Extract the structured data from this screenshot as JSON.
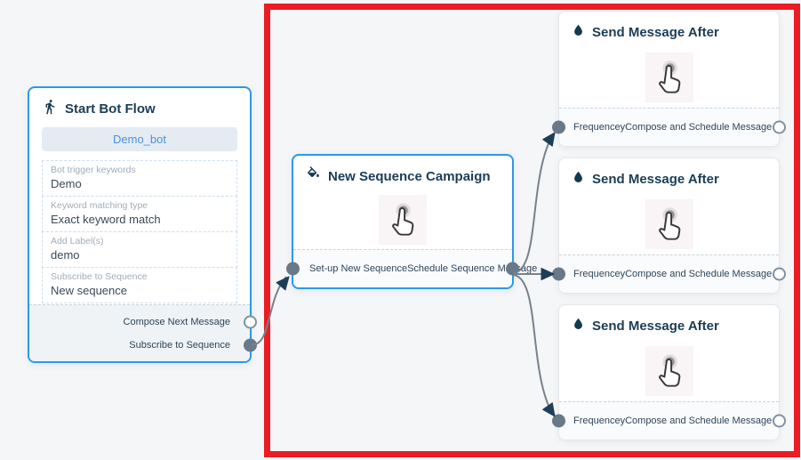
{
  "colors": {
    "canvas_bg": "#f5f6f8",
    "accent_blue": "#2b99e8",
    "title_navy": "#1c3d55",
    "highlight_red": "#ec1c24",
    "connector_gray": "#76828d",
    "port_fill_gray": "#6a7988",
    "bot_button_bg": "#e4ebf3",
    "bot_button_text": "#4a93dd"
  },
  "start_node": {
    "title": "Start Bot Flow",
    "icon": "walking-person-icon",
    "bot_button": "Demo_bot",
    "fields": [
      {
        "label": "Bot trigger keywords",
        "value": "Demo"
      },
      {
        "label": "Keyword matching type",
        "value": "Exact keyword match"
      },
      {
        "label": "Add Label(s)",
        "value": "demo"
      },
      {
        "label": "Subscribe to Sequence",
        "value": "New sequence"
      }
    ],
    "outputs": {
      "compose": "Compose Next Message",
      "subscribe": "Subscribe to Sequence"
    }
  },
  "campaign_node": {
    "title": "New Sequence Campaign",
    "icon": "paint-bucket-icon",
    "input_port": "Set-up New Sequence",
    "output_port": "Schedule Sequence Message"
  },
  "send_node": {
    "title": "Send Message After",
    "icon": "water-drop-icon",
    "input_port": "Frequencey",
    "output_port": "Compose and Schedule Message"
  }
}
